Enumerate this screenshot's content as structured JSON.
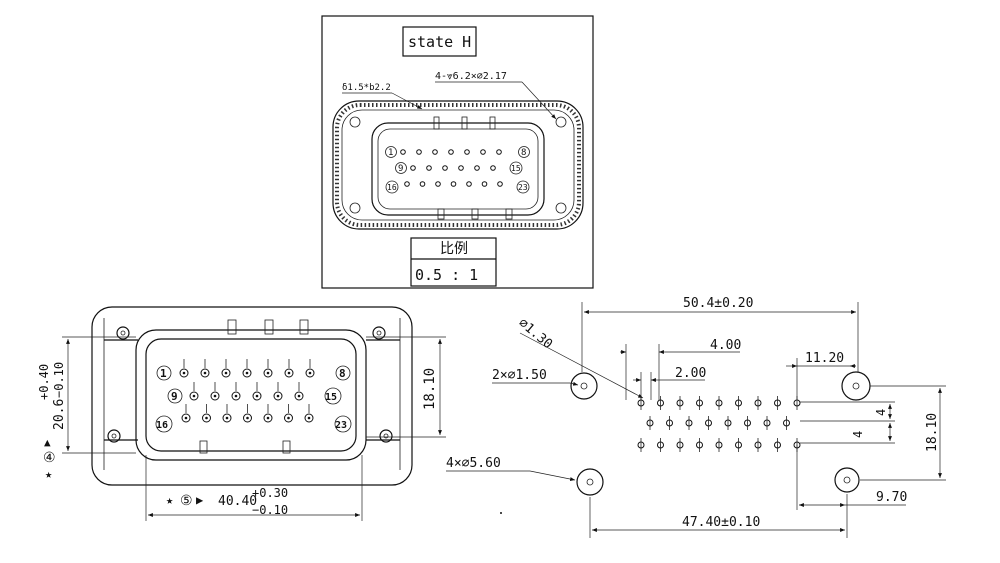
{
  "top_view": {
    "state_label": "state H",
    "seal_note": "δ1.5*b2.2",
    "hole_note": "4-⩔6.2×⌀2.17",
    "scale_label": "比例",
    "scale_value": "0.5 : 1",
    "pin_labels": [
      "1",
      "8",
      "9",
      "15",
      "16",
      "23"
    ]
  },
  "front_view": {
    "pin_labels": [
      "1",
      "8",
      "9",
      "15",
      "16",
      "23"
    ],
    "dim_height": "18.10",
    "dim_left_value": "20.6",
    "dim_left_tol_upper": "+0.40",
    "dim_left_tol_lower": "−0.10",
    "mark_4": "④",
    "dim_width_value": "40.40",
    "dim_width_tol_upper": "+0.30",
    "dim_width_tol_lower": "−0.10",
    "mark_5": "⑤",
    "star": "★",
    "triangle_right": "▶",
    "triangle_up": "▲"
  },
  "hole_pattern": {
    "dim_pin_dia": "⌀1.30",
    "dim_locating": "2×⌀1.50",
    "dim_mounting": "4×⌀5.60",
    "dim_total_width": "50.4±0.20",
    "dim_pitch_4": "4.00",
    "dim_pitch_2": "2.00",
    "dim_offset_11": "11.20",
    "dim_row_4a": "4",
    "dim_row_4b": "4",
    "dim_height": "18.10",
    "dim_offset_9": "9.70",
    "dim_hole_span": "47.40±0.10"
  }
}
